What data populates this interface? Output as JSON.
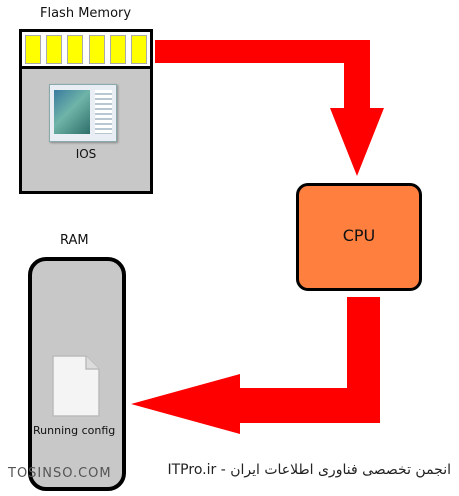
{
  "flash": {
    "title": "Flash Memory",
    "file_label": "IOS",
    "pin_count": 6,
    "pin_color": "#ffff00"
  },
  "cpu": {
    "label": "CPU",
    "color": "#ff7f3f"
  },
  "ram": {
    "title": "RAM",
    "file_label": "Running config"
  },
  "arrow_color": "#ff0000",
  "watermark": {
    "left": "TOSINSO.COM",
    "right": "ITPro.ir - انجمن تخصصی فناوری اطلاعات ایران"
  }
}
